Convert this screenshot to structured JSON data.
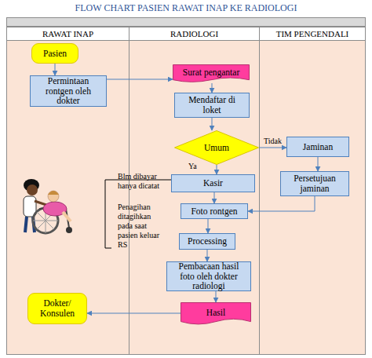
{
  "diagram": {
    "title": "FLOW CHART PASIEN RAWAT INAP KE RADIOLOGI",
    "nodes": [
      {
        "text": [
          "RAWAT INAP"
        ]
      },
      {
        "text": [
          "RADIOLOGI"
        ]
      },
      {
        "text": [
          "TIM PENGENDALI"
        ]
      },
      {
        "text": [
          "Pasien"
        ],
        "in": 0
      },
      {
        "text": [
          "Permintaan rontgen oleh dokter"
        ],
        "in": 0
      },
      {
        "text": [
          "Surat pengantar"
        ],
        "in": 1
      },
      {
        "text": [
          "Mendaftar di loket"
        ],
        "in": 1
      },
      {
        "text": [
          "Umum"
        ],
        "in": 1
      },
      {
        "text": [
          "Jaminan"
        ],
        "in": 2
      },
      {
        "text": [
          "Kasir"
        ],
        "in": 1
      },
      {
        "text": [
          "Persetujuan jaminan"
        ],
        "in": 2
      },
      {
        "text": [
          "Foto rontgen"
        ],
        "in": 1
      },
      {
        "text": [
          "Processing"
        ],
        "in": 1
      },
      {
        "text": [
          "Pembacaan hasil foto oleh dokter radiologi"
        ],
        "in": 1
      },
      {
        "text": [
          "Hasil"
        ],
        "in": 1
      },
      {
        "text": [
          "Dokter/ Konsulen"
        ],
        "in": 0
      }
    ],
    "edges": [
      {
        "from": 3,
        "to": 4,
        "arrow": "to"
      },
      {
        "from": 4,
        "to": 5,
        "arrow": "to"
      },
      {
        "from": 5,
        "to": 6,
        "arrow": "to"
      },
      {
        "from": 6,
        "to": 7,
        "arrow": "to"
      },
      {
        "from": 7,
        "to": 8,
        "label": "Tidak",
        "arrow": "to"
      },
      {
        "from": 7,
        "to": 9,
        "label": "Ya",
        "arrow": "to"
      },
      {
        "from": 8,
        "to": 10,
        "arrow": "to"
      },
      {
        "from": 10,
        "to": 11,
        "arrow": "to"
      },
      {
        "from": 9,
        "to": 11,
        "arrow": "to"
      },
      {
        "from": 11,
        "to": 12,
        "arrow": "to"
      },
      {
        "from": 12,
        "to": 13,
        "arrow": "to"
      },
      {
        "from": 13,
        "to": 14,
        "arrow": "to"
      },
      {
        "from": 14,
        "to": 15,
        "arrow": "to"
      }
    ],
    "labels": [
      "Blm dibayar hanya dicatat",
      "Penagihan ditagihkan pada saat pasien keluar RS"
    ]
  }
}
